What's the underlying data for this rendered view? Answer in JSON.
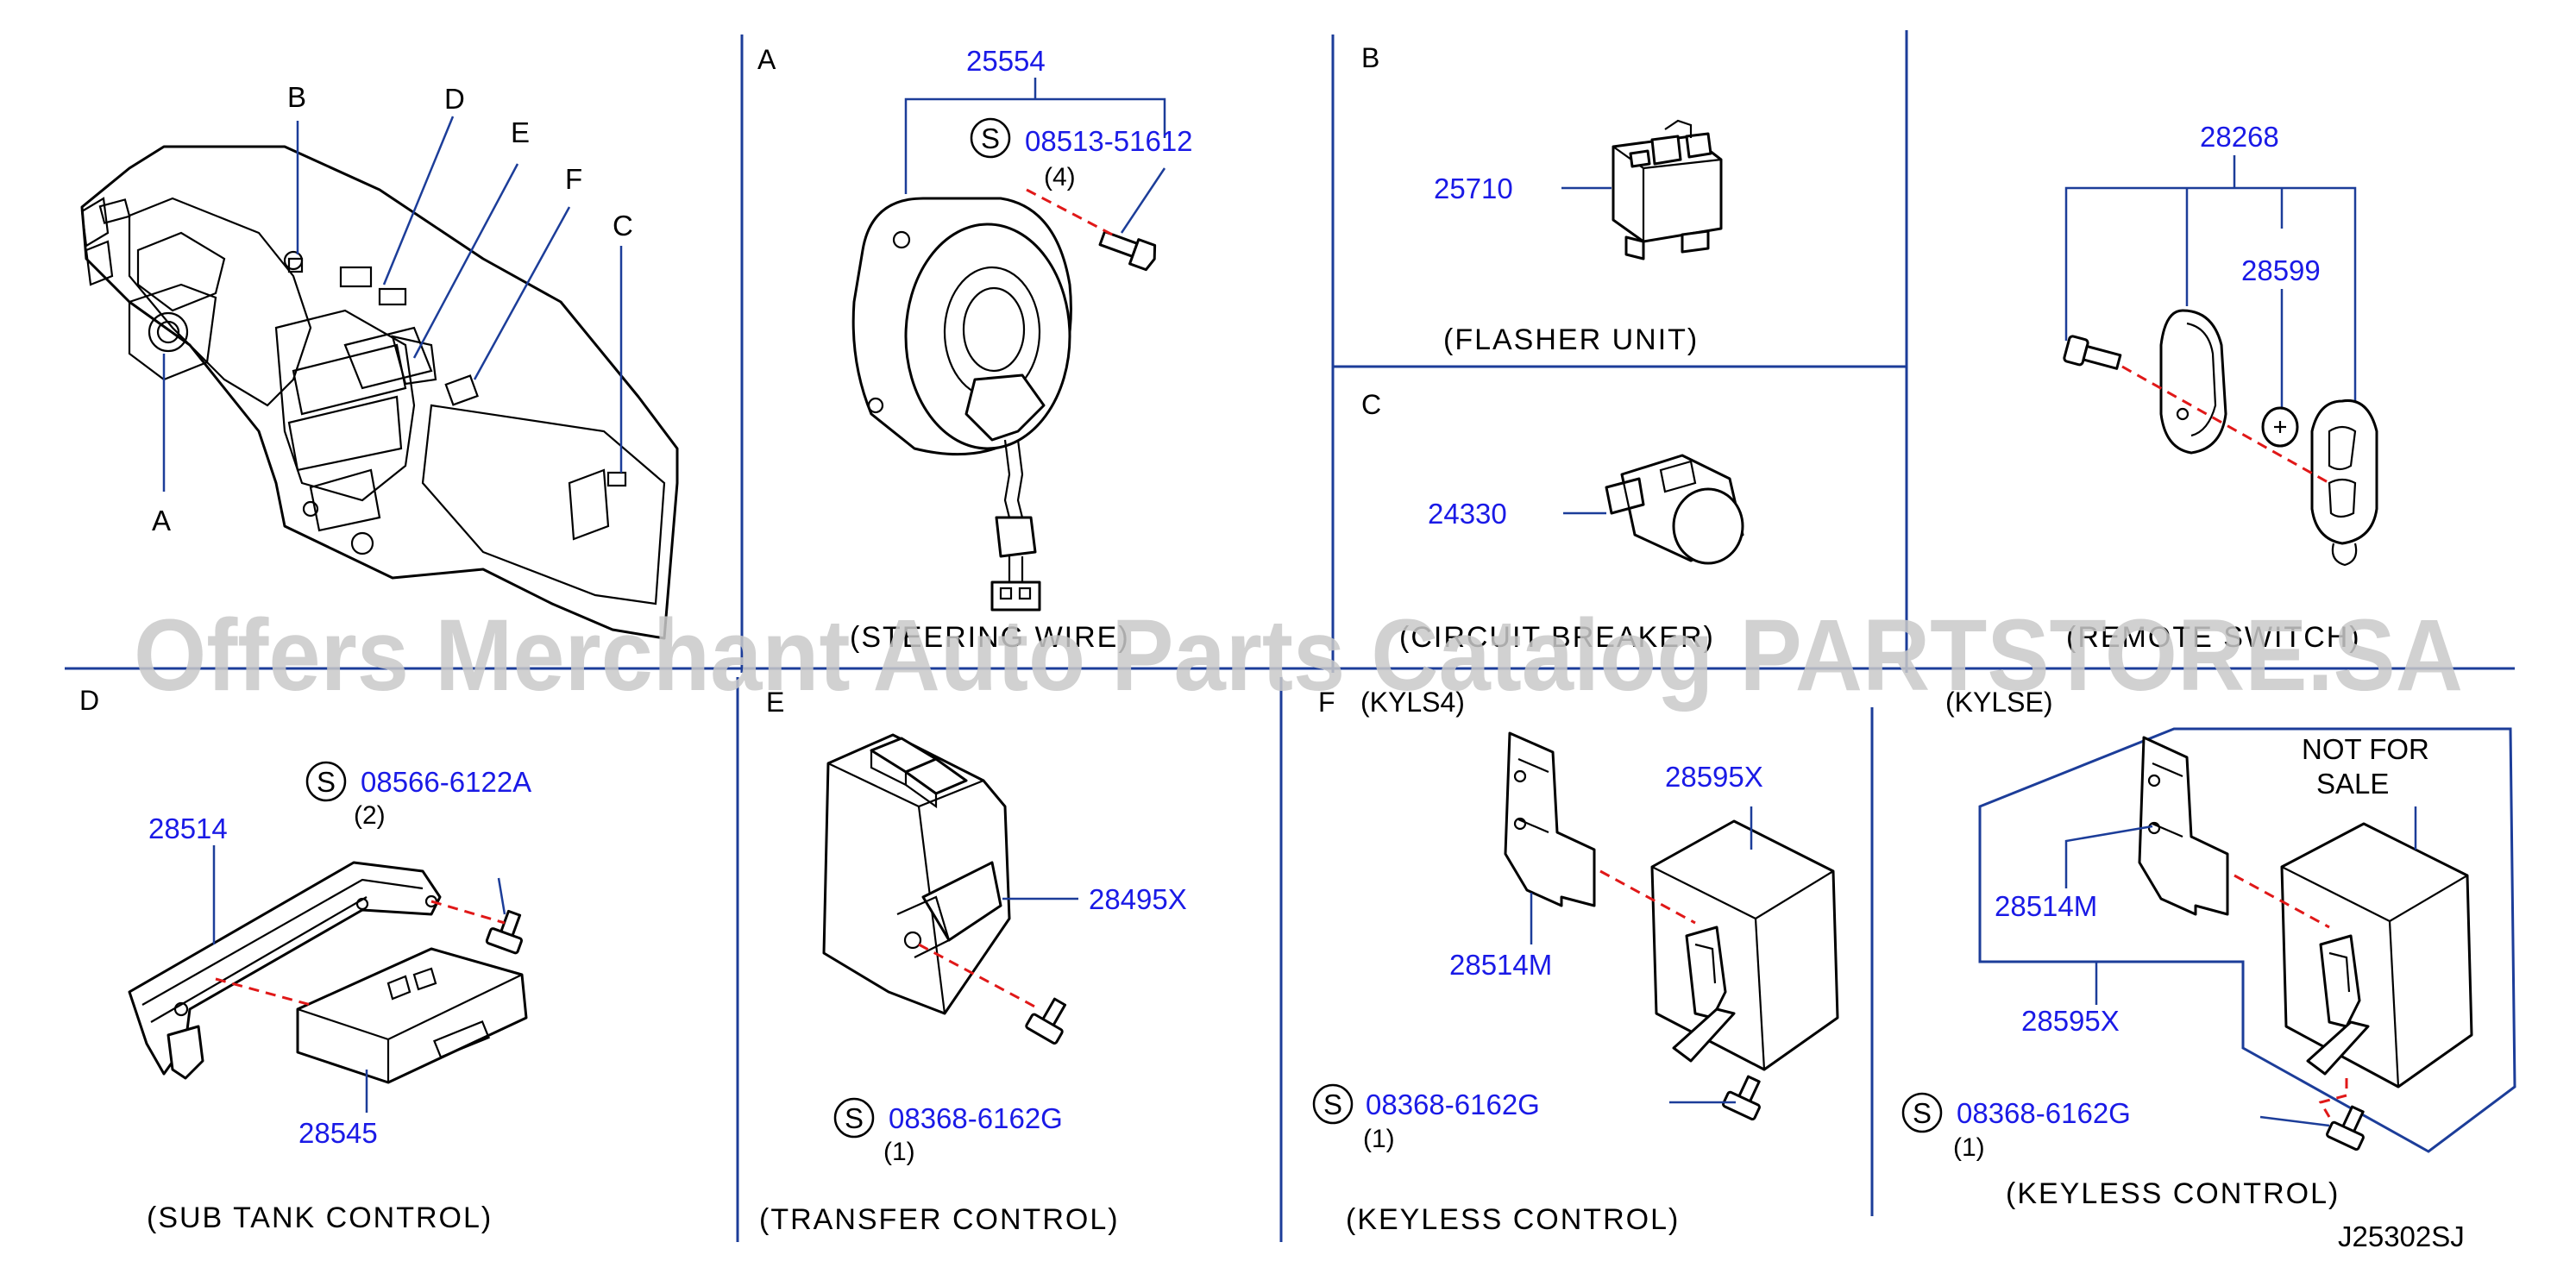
{
  "section_letters": {
    "A": "A",
    "B": "B",
    "C": "C",
    "D": "D",
    "E": "E",
    "F": "F",
    "F_variant": "(KYLS4)",
    "kylse_variant": "(KYLSE)"
  },
  "overview_labels": {
    "A": "A",
    "B": "B",
    "C": "C",
    "D": "D",
    "E": "E",
    "F": "F"
  },
  "captions": {
    "steering_wire": "(STEERING  WIRE)",
    "flasher_unit": "(FLASHER  UNIT)",
    "circuit_breaker": "(CIRCUIT  BREAKER)",
    "remote_switch": "(REMOTE  SWITCH)",
    "sub_tank_control": "(SUB  TANK  CONTROL)",
    "transfer_control": "(TRANSFER  CONTROL)",
    "keyless_control_f": "(KEYLESS  CONTROL)",
    "keyless_control_kylse": "(KEYLESS  CONTROL)"
  },
  "parts": {
    "p25554": "25554",
    "p08513": "08513-51612",
    "p08513_qty": "(4)",
    "p25710": "25710",
    "p24330": "24330",
    "p28268": "28268",
    "p28599": "28599",
    "p08566": "08566-6122A",
    "p08566_qty": "(2)",
    "p28514": "28514",
    "p28545": "28545",
    "p28495x": "28495X",
    "p08368_e": "08368-6162G",
    "p08368_e_qty": "(1)",
    "p28595x_f": "28595X",
    "p28514m_f": "28514M",
    "p08368_f": "08368-6162G",
    "p08368_f_qty": "(1)",
    "p28514m_k": "28514M",
    "p28595x_k": "28595X",
    "p08368_k": "08368-6162G",
    "p08368_k_qty": "(1)"
  },
  "standard_marker": "S",
  "not_for_sale": {
    "line1": "NOT  FOR",
    "line2": "SALE"
  },
  "diagram_code": "J25302SJ",
  "watermark": "Offers Merchant Auto Parts Catalog PARTSTORE.SA",
  "colors": {
    "part_number": "#1a1ae6",
    "grid": "#1c3d99",
    "dashed": "#e01818",
    "watermark": "#c9c9c9"
  }
}
